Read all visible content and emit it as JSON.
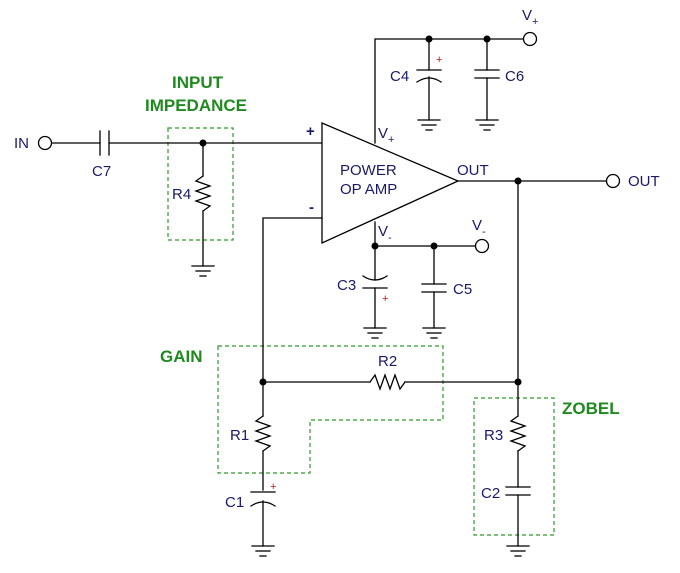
{
  "colors": {
    "wire": "#000000",
    "label": "#1a1a66",
    "group": "#1f8a1f",
    "polarity_mark": "#d01010"
  },
  "groups": {
    "input_impedance_line1": "INPUT",
    "input_impedance_line2": "IMPEDANCE",
    "gain": "GAIN",
    "zobel": "ZOBEL"
  },
  "opamp": {
    "line1": "POWER",
    "line2": "OP AMP",
    "plus": "+",
    "minus": "-",
    "output": "OUT"
  },
  "terminals": {
    "in": "IN",
    "out": "OUT"
  },
  "supply": {
    "v_letter": "V",
    "plus_sub": "+",
    "minus_sub": "-"
  },
  "components": {
    "c7": "C7",
    "r4": "R4",
    "c4": "C4",
    "c6": "C6",
    "c3": "C3",
    "c5": "C5",
    "r2": "R2",
    "r1": "R1",
    "c1": "C1",
    "r3": "R3",
    "c2": "C2"
  },
  "polarity": {
    "plus": "+"
  }
}
